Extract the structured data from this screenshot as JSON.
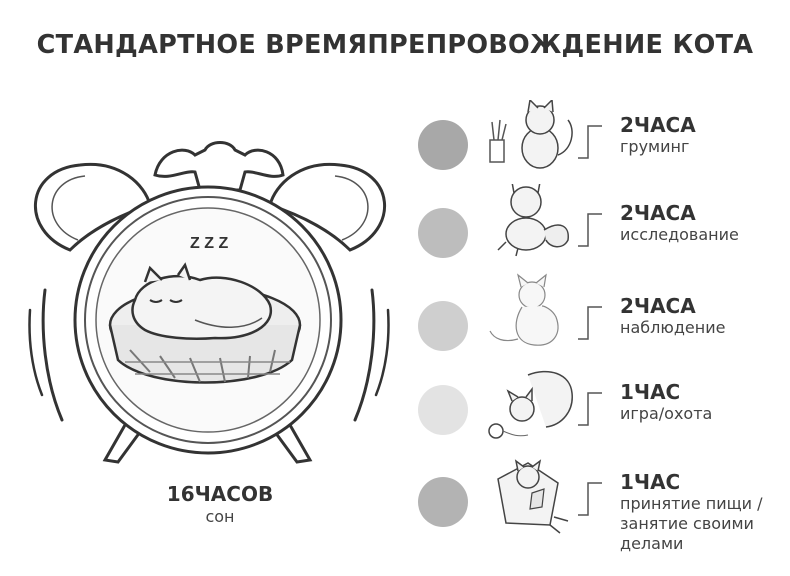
{
  "title": "СТАНДАРТНОЕ ВРЕМЯПРЕПРОВОЖДЕНИЕ КОТА",
  "sleep": {
    "hours": "16ЧАСОВ",
    "activity": "сон",
    "zzz": "Z Z Z"
  },
  "activities": [
    {
      "hours": "2ЧАСА",
      "activity": "груминг",
      "color": "#a8a8a8",
      "icon": "grooming-cat-icon"
    },
    {
      "hours": "2ЧАСА",
      "activity": "исследование",
      "color": "#bdbdbd",
      "icon": "exploring-cat-icon"
    },
    {
      "hours": "2ЧАСА",
      "activity": "наблюдение",
      "color": "#cfcfcf",
      "icon": "watching-cat-icon"
    },
    {
      "hours": "1ЧАС",
      "activity": "игра/охота",
      "color": "#e3e3e3",
      "icon": "playing-cat-icon"
    },
    {
      "hours": "1ЧАС",
      "activity": "принятие пищи /занятие своими делами",
      "color": "#b3b3b3",
      "icon": "eating-cat-icon"
    }
  ]
}
